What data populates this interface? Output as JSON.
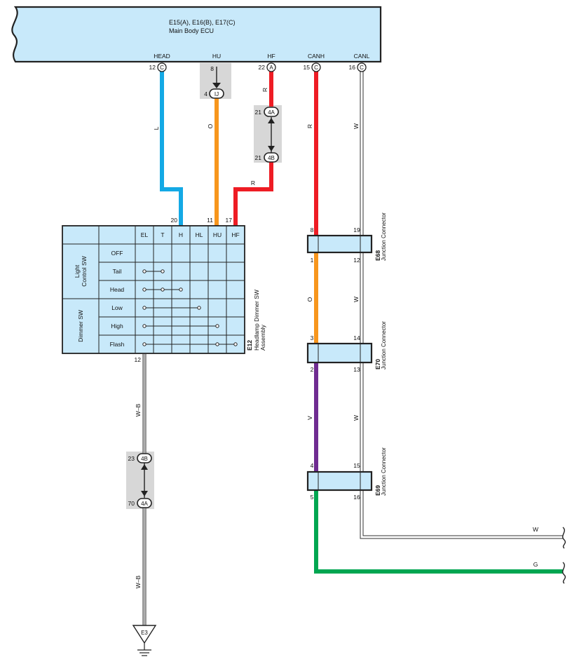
{
  "ecu": {
    "connectors": "E15(A), E16(B), E17(C)",
    "name": "Main Body ECU",
    "pins": [
      {
        "signal": "HEAD",
        "pin": "12",
        "conn": "C"
      },
      {
        "signal": "HU",
        "pin": "8",
        "conn": ""
      },
      {
        "signal": "HF",
        "pin": "22",
        "conn": "A"
      },
      {
        "signal": "CANH",
        "pin": "15",
        "conn": "C"
      },
      {
        "signal": "CANL",
        "pin": "16",
        "conn": "C"
      }
    ]
  },
  "wire_colors": {
    "L": "#14a9e5",
    "O": "#f7961d",
    "R": "#ee1c24",
    "V": "#6f2c91",
    "G": "#00a651",
    "W": "#ffffff",
    "W-B": "#ffffff"
  },
  "wire_labels": {
    "head": "L",
    "hu": "O",
    "hf_top": "R",
    "hf_mid": "R",
    "canh_top": "R",
    "canl_top": "W",
    "canh_mid": "O",
    "canl_mid": "W",
    "canh_low": "V",
    "canl_low": "W",
    "ground_top": "W–B",
    "ground_bottom": "W–B",
    "out_w": "W",
    "out_g": "G"
  },
  "inline_connectors": {
    "ij": {
      "top_pin": "8",
      "bottom_pin": "4",
      "label": "IJ"
    },
    "hf_pair": {
      "top_pin": "21",
      "top_label": "4A",
      "bottom_pin": "21",
      "bottom_label": "4B"
    },
    "ground_pair": {
      "top_pin": "23",
      "top_label": "4B",
      "bottom_pin": "70",
      "bottom_label": "4A"
    }
  },
  "switch": {
    "code": "E12",
    "name_line1": "Headlamp Dimmer SW",
    "name_line2": "Assembly",
    "top_pins": [
      "20",
      "11",
      "17"
    ],
    "bottom_pin": "12",
    "columns": [
      "EL",
      "T",
      "H",
      "HL",
      "HU",
      "HF"
    ],
    "groups": [
      {
        "line1": "Light",
        "line2": "Control SW"
      },
      {
        "line1": "Dimmer SW",
        "line2": ""
      }
    ],
    "rows": [
      "OFF",
      "Tail",
      "Head",
      "Low",
      "High",
      "Flash"
    ]
  },
  "junctions": [
    {
      "code": "E68",
      "name": "Junction Connector",
      "pins": [
        "8",
        "19",
        "1",
        "12"
      ]
    },
    {
      "code": "E70",
      "name": "Junction Connector",
      "pins": [
        "3",
        "14",
        "2",
        "13"
      ]
    },
    {
      "code": "E69",
      "name": "Junction Connector",
      "pins": [
        "4",
        "15",
        "5",
        "16"
      ]
    }
  ],
  "ground": {
    "label": "E3"
  }
}
